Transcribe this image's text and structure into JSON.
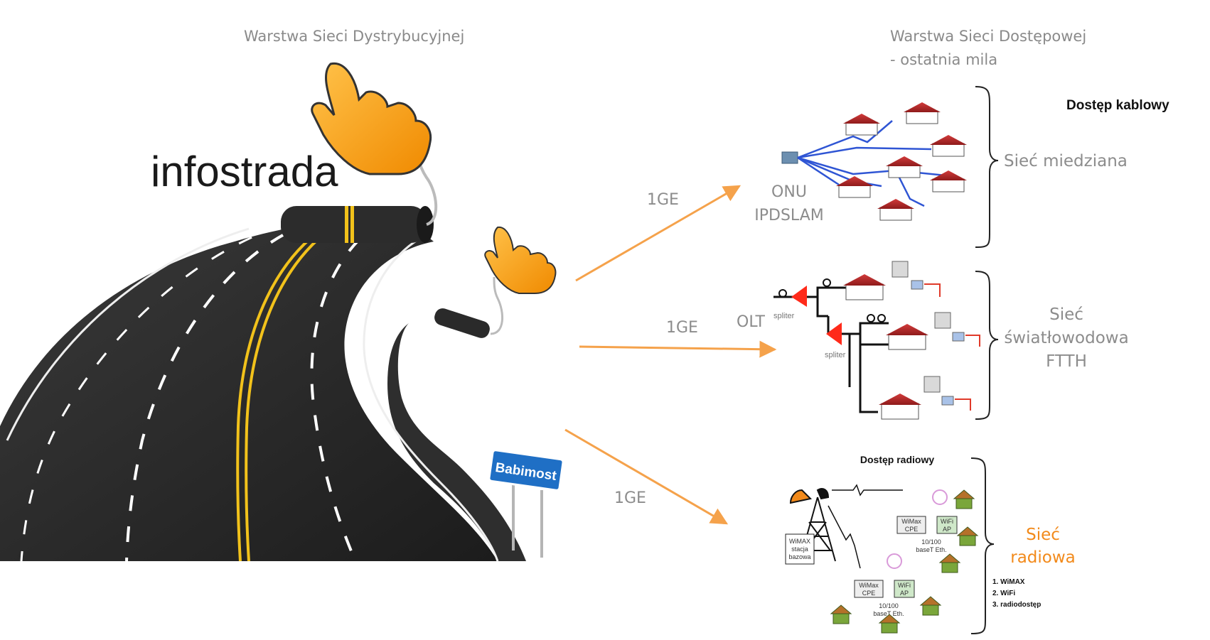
{
  "headers": {
    "distribution_layer": "Warstwa Sieci Dystrybucyjnej",
    "access_layer_line1": "Warstwa Sieci Dostępowej",
    "access_layer_line2": "- ostatnia mila"
  },
  "brand_title": "infostrada",
  "road_sign": "Babimost",
  "links": [
    {
      "label": "1GE"
    },
    {
      "label": "1GE"
    },
    {
      "label": "1GE"
    }
  ],
  "copper": {
    "heading": "Dostęp kablowy",
    "device_line1": "ONU",
    "device_line2": "IPDSLAM",
    "network_label": "Sieć miedziana"
  },
  "fiber": {
    "olt_label": "OLT",
    "splitter1_label": "spliter",
    "splitter2_label": "spliter",
    "network_line1": "Sieć",
    "network_line2": "światłowodowa",
    "network_line3": "FTTH"
  },
  "radio": {
    "heading": "Dostęp radiowy",
    "base_station_line1": "WiMAX",
    "base_station_line2": "stacja",
    "base_station_line3": "bazowa",
    "cpe1_line1": "WiMax",
    "cpe1_line2": "CPE",
    "ap1_line1": "WiFi",
    "ap1_line2": "AP",
    "eth1_line1": "10/100",
    "eth1_line2": "baseT Eth.",
    "cpe2_line1": "WiMax",
    "cpe2_line2": "CPE",
    "ap2_line1": "WiFi",
    "ap2_line2": "AP",
    "eth2_line1": "10/100",
    "eth2_line2": "baseT Eth.",
    "network_line1": "Sieć",
    "network_line2": "radiowa",
    "list": [
      "1.   WiMAX",
      "2.   WiFi",
      "3. radiodostęp"
    ]
  },
  "colors": {
    "arrow": "#f5a24b",
    "copper_line": "#2f55d4",
    "splitter": "#ff2a1a",
    "radio_label": "#f28a1b",
    "sign": "#1f6fc5",
    "hand": "#f7a21b",
    "asphalt": "#2b2b2b"
  }
}
